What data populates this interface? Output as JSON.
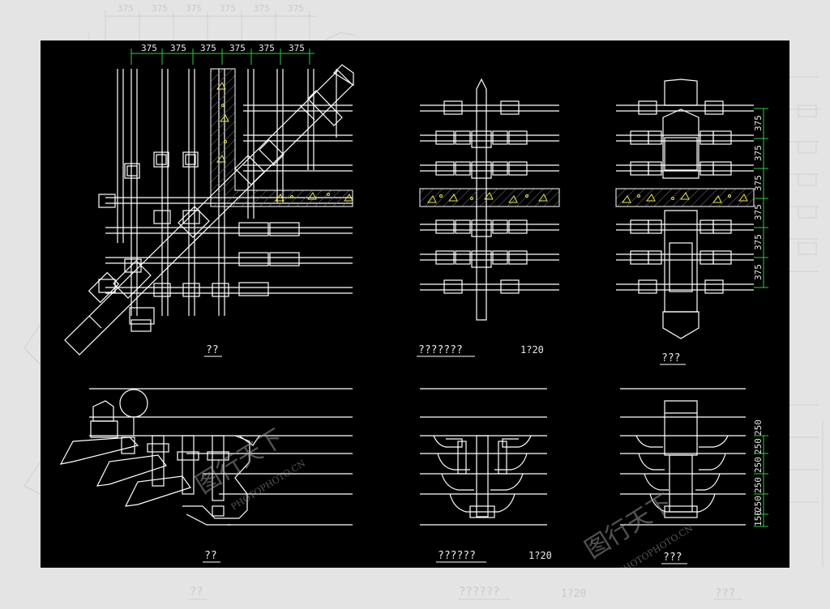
{
  "drawing": {
    "background": "#000000",
    "line_color": "#ffffff",
    "dim_color": "#2ecc40",
    "hatch_color": "#e8e84a",
    "top_dimensions": [
      "375",
      "375",
      "375",
      "375",
      "375",
      "375"
    ],
    "right_dimensions": [
      "375",
      "375",
      "375",
      "375",
      "375",
      "375"
    ],
    "right_bottom_dimensions": [
      "150",
      "250",
      "250",
      "250",
      "250",
      "250"
    ],
    "ghost_top_dimensions": [
      "375",
      "375",
      "375",
      "375",
      "375",
      "375"
    ],
    "labels": {
      "top_left": "??",
      "top_middle": "???????",
      "top_middle_scale": "1?20",
      "top_right": "???",
      "bottom_left": "??",
      "bottom_middle": "??????",
      "bottom_middle_scale": "1?20",
      "bottom_right": "???",
      "ghost_bottom_left": "??",
      "ghost_bottom_middle": "??????",
      "ghost_bottom_middle_scale": "1?20",
      "ghost_bottom_right": "???"
    },
    "watermark": {
      "text_cn": "图行天下",
      "text_en": "PHOTOPHOTO.CN"
    }
  }
}
